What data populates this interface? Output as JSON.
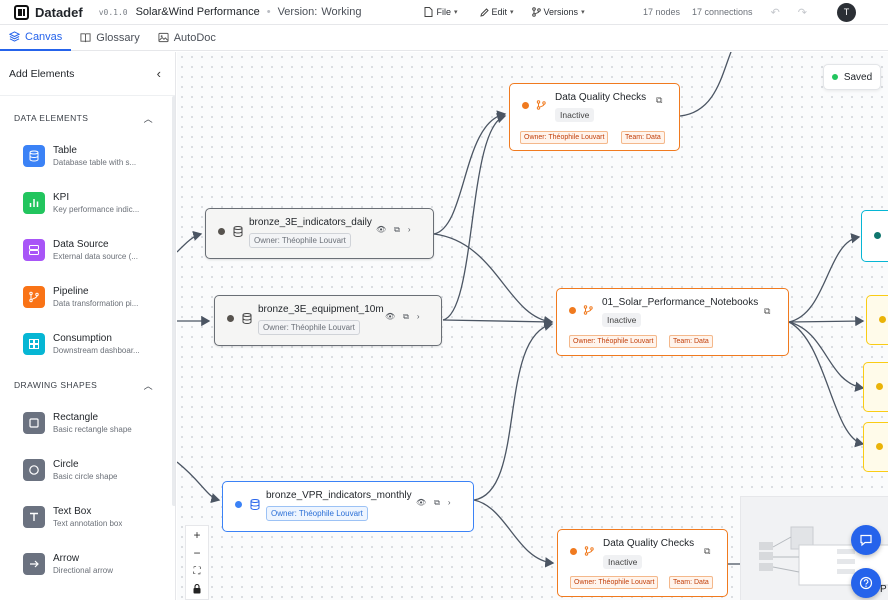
{
  "app": {
    "name": "Datadef",
    "version": "v0.1.0",
    "project": "Solar&Wind Performance",
    "version_label": "Version:",
    "version_value": "Working",
    "avatar": "T"
  },
  "menu": {
    "file": "File",
    "edit": "Edit",
    "versions": "Versions"
  },
  "stats": {
    "nodes": "17 nodes",
    "connections": "17 connections"
  },
  "tabs": [
    {
      "label": "Canvas"
    },
    {
      "label": "Glossary"
    },
    {
      "label": "AutoDoc"
    }
  ],
  "sidebar": {
    "title": "Add Elements",
    "sections": [
      {
        "label": "DATA ELEMENTS",
        "items": [
          {
            "title": "Table",
            "desc": "Database table with s...",
            "color": "#3b82f6",
            "icon": "database-icon"
          },
          {
            "title": "KPI",
            "desc": "Key performance indic...",
            "color": "#22c55e",
            "icon": "bar-chart-icon"
          },
          {
            "title": "Data Source",
            "desc": "External data source (...",
            "color": "#a855f7",
            "icon": "server-icon"
          },
          {
            "title": "Pipeline",
            "desc": "Data transformation pi...",
            "color": "#f97316",
            "icon": "git-branch-icon"
          },
          {
            "title": "Consumption",
            "desc": "Downstream dashboar...",
            "color": "#06b6d4",
            "icon": "dashboard-icon"
          }
        ]
      },
      {
        "label": "DRAWING SHAPES",
        "items": [
          {
            "title": "Rectangle",
            "desc": "Basic rectangle shape",
            "color": "#6b7280",
            "icon": "square-icon"
          },
          {
            "title": "Circle",
            "desc": "Basic circle shape",
            "color": "#6b7280",
            "icon": "circle-icon"
          },
          {
            "title": "Text Box",
            "desc": "Text annotation box",
            "color": "#6b7280",
            "icon": "text-icon"
          },
          {
            "title": "Arrow",
            "desc": "Directional arrow",
            "color": "#6b7280",
            "icon": "arrow-right-icon"
          }
        ]
      }
    ]
  },
  "canvas": {
    "saved": "Saved",
    "nodes": {
      "daily": {
        "label": "bronze_3E_indicators_daily",
        "owner": "Owner: Théophile Louvart"
      },
      "equipment": {
        "label": "bronze_3E_equipment_10m",
        "owner": "Owner: Théophile Louvart"
      },
      "vpr": {
        "label": "bronze_VPR_indicators_monthly",
        "owner": "Owner: Théophile Louvart"
      },
      "dq1": {
        "label": "Data Quality Checks",
        "status": "Inactive",
        "owner": "Owner: Théophile Louvart",
        "team": "Team: Data"
      },
      "notebooks": {
        "label": "01_Solar_Performance_Notebooks",
        "status": "Inactive",
        "owner": "Owner: Théophile Louvart",
        "team": "Team: Data"
      },
      "dq2": {
        "label": "Data Quality Checks",
        "status": "Inactive",
        "owner": "Owner: Théophile Louvart",
        "team": "Team: Data"
      }
    },
    "partial_label": "P"
  }
}
